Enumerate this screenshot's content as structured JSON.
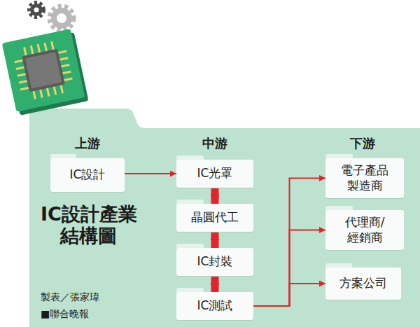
{
  "diagram": {
    "title": "IC設計產業 結構圖",
    "nodes": [
      {
        "text": [
          "IC設計"
        ]
      },
      {
        "text": [
          "IC光罩"
        ]
      },
      {
        "text": [
          "晶圓代工"
        ]
      },
      {
        "text": [
          "IC封裝"
        ]
      },
      {
        "text": [
          "IC測試"
        ]
      },
      {
        "text": [
          "電子產品 製造商"
        ]
      },
      {
        "text": [
          "代理商/ 經銷商"
        ]
      },
      {
        "text": [
          "方案公司"
        ]
      }
    ],
    "edges": [
      {
        "from": 0,
        "to": 1,
        "arrow": "to"
      },
      {
        "from": 1,
        "to": 2,
        "arrow": "to"
      },
      {
        "from": 2,
        "to": 3,
        "arrow": "to"
      },
      {
        "from": 3,
        "to": 4,
        "arrow": "to"
      },
      {
        "from": 4,
        "to": 5,
        "arrow": "to"
      },
      {
        "from": 4,
        "to": 6,
        "arrow": "to"
      },
      {
        "from": 4,
        "to": 7,
        "arrow": "to"
      }
    ],
    "labels": [
      "上游",
      "中游",
      "下游",
      "製表／張家瑋",
      "■聯合晚報"
    ]
  }
}
